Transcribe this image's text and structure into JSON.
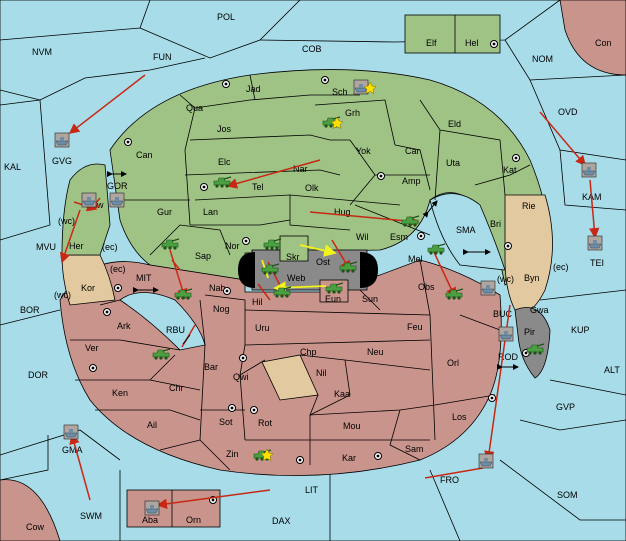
{
  "map": {
    "sea_labels": [
      {
        "id": "pol",
        "text": "POL"
      },
      {
        "id": "nvm",
        "text": "NVM"
      },
      {
        "id": "fun",
        "text": "FUN"
      },
      {
        "id": "cob",
        "text": "COB"
      },
      {
        "id": "nom",
        "text": "NOM"
      },
      {
        "id": "con",
        "text": "Con"
      },
      {
        "id": "ovd",
        "text": "OVD"
      },
      {
        "id": "kal",
        "text": "KAL"
      },
      {
        "id": "gvg",
        "text": "GVG"
      },
      {
        "id": "gor",
        "text": "GOR"
      },
      {
        "id": "mvu",
        "text": "MVU"
      },
      {
        "id": "kam",
        "text": "KAM"
      },
      {
        "id": "tei",
        "text": "TEI"
      },
      {
        "id": "sma",
        "text": "SMA"
      },
      {
        "id": "mit",
        "text": "MIT"
      },
      {
        "id": "bor",
        "text": "BOR"
      },
      {
        "id": "dor",
        "text": "DOR"
      },
      {
        "id": "rbu",
        "text": "RBU"
      },
      {
        "id": "kup",
        "text": "KUP"
      },
      {
        "id": "buc",
        "text": "BUC"
      },
      {
        "id": "rod",
        "text": "ROD"
      },
      {
        "id": "alt",
        "text": "ALT"
      },
      {
        "id": "gvp",
        "text": "GVP"
      },
      {
        "id": "gma",
        "text": "GMA"
      },
      {
        "id": "som",
        "text": "SOM"
      },
      {
        "id": "fro",
        "text": "FRO"
      },
      {
        "id": "lit",
        "text": "LIT"
      },
      {
        "id": "swm",
        "text": "SWM"
      },
      {
        "id": "dax",
        "text": "DAX"
      },
      {
        "id": "cow",
        "text": "Cow"
      }
    ],
    "green_labels": [
      {
        "id": "jad",
        "text": "Jad"
      },
      {
        "id": "sch",
        "text": "Sch"
      },
      {
        "id": "qua",
        "text": "Qua"
      },
      {
        "id": "grh",
        "text": "Grh"
      },
      {
        "id": "jos",
        "text": "Jos"
      },
      {
        "id": "eld",
        "text": "Eld"
      },
      {
        "id": "can",
        "text": "Can"
      },
      {
        "id": "yok",
        "text": "Yok"
      },
      {
        "id": "car",
        "text": "Car"
      },
      {
        "id": "uta",
        "text": "Uta"
      },
      {
        "id": "elc",
        "text": "Elc"
      },
      {
        "id": "nar",
        "text": "Nar"
      },
      {
        "id": "kat",
        "text": "Kat"
      },
      {
        "id": "tel",
        "text": "Tel"
      },
      {
        "id": "amp",
        "text": "Amp"
      },
      {
        "id": "olk",
        "text": "Olk"
      },
      {
        "id": "gur",
        "text": "Gur"
      },
      {
        "id": "lan",
        "text": "Lan"
      },
      {
        "id": "hug",
        "text": "Hug"
      },
      {
        "id": "bri",
        "text": "Bri"
      },
      {
        "id": "esm",
        "text": "Esm"
      },
      {
        "id": "nor",
        "text": "Nor"
      },
      {
        "id": "wil",
        "text": "Wil"
      },
      {
        "id": "sap",
        "text": "Sap"
      },
      {
        "id": "gaw",
        "text": "Gaw"
      },
      {
        "id": "her",
        "text": "Her"
      },
      {
        "id": "elf",
        "text": "Elf"
      },
      {
        "id": "hel",
        "text": "Hel"
      }
    ],
    "red_labels": [
      {
        "id": "nab",
        "text": "Nab"
      },
      {
        "id": "hil",
        "text": "Hil"
      },
      {
        "id": "eun",
        "text": "Eun"
      },
      {
        "id": "sun",
        "text": "Sun"
      },
      {
        "id": "obs",
        "text": "Obs"
      },
      {
        "id": "mel",
        "text": "Mel"
      },
      {
        "id": "nog",
        "text": "Nog"
      },
      {
        "id": "uru",
        "text": "Uru"
      },
      {
        "id": "feu",
        "text": "Feu"
      },
      {
        "id": "ark",
        "text": "Ark"
      },
      {
        "id": "ver",
        "text": "Ver"
      },
      {
        "id": "chp",
        "text": "Chp"
      },
      {
        "id": "neu",
        "text": "Neu"
      },
      {
        "id": "orl",
        "text": "Orl"
      },
      {
        "id": "bar",
        "text": "Bar"
      },
      {
        "id": "qwi",
        "text": "Qwi"
      },
      {
        "id": "ken",
        "text": "Ken"
      },
      {
        "id": "chr",
        "text": "Chr"
      },
      {
        "id": "kaa",
        "text": "Kaa"
      },
      {
        "id": "ail",
        "text": "Ail"
      },
      {
        "id": "sot",
        "text": "Sot"
      },
      {
        "id": "rot",
        "text": "Rot"
      },
      {
        "id": "mou",
        "text": "Mou"
      },
      {
        "id": "los",
        "text": "Los"
      },
      {
        "id": "zin",
        "text": "Zin"
      },
      {
        "id": "kar",
        "text": "Kar"
      },
      {
        "id": "sam",
        "text": "Sam"
      },
      {
        "id": "aba",
        "text": "Aba"
      },
      {
        "id": "orn",
        "text": "Orn"
      }
    ],
    "tan_labels": [
      {
        "id": "kor",
        "text": "Kor"
      },
      {
        "id": "nil",
        "text": "Nil"
      },
      {
        "id": "rie",
        "text": "Rie"
      },
      {
        "id": "byn",
        "text": "Byn"
      },
      {
        "id": "gwa",
        "text": "Gwa"
      }
    ],
    "gray_labels": [
      {
        "id": "skr",
        "text": "Skr"
      },
      {
        "id": "ost",
        "text": "Ost"
      },
      {
        "id": "web",
        "text": "Web"
      },
      {
        "id": "pir",
        "text": "Pir"
      }
    ],
    "coast_tags": [
      {
        "id": "wc1",
        "text": "(wc)"
      },
      {
        "id": "ec1",
        "text": "(ec)"
      },
      {
        "id": "ec2",
        "text": "(ec)"
      },
      {
        "id": "wc2",
        "text": "(wc)"
      },
      {
        "id": "wc3",
        "text": "(wc)"
      },
      {
        "id": "ec3",
        "text": "(ec)"
      }
    ]
  }
}
